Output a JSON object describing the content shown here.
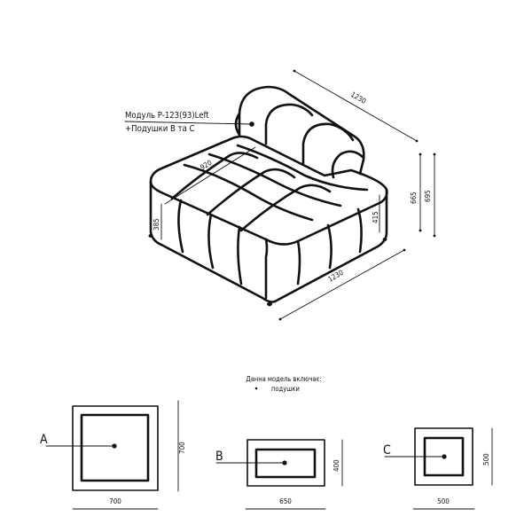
{
  "module": {
    "label_line1": "Модуль P-123(93)Left",
    "label_line2": "+Подушки B та C"
  },
  "dimensions": {
    "top_depth": "1230",
    "seat_depth": "920",
    "total_height_inner": "665",
    "total_height_outer": "695",
    "arm_height": "415",
    "seat_height": "385",
    "front_width": "1230"
  },
  "includes": {
    "title": "Данна модель включає:",
    "items": [
      "подушки"
    ]
  },
  "cushions": [
    {
      "letter": "A",
      "width": "700",
      "height": "700"
    },
    {
      "letter": "B",
      "width": "650",
      "height": "400"
    },
    {
      "letter": "C",
      "width": "500",
      "height": "500"
    }
  ]
}
